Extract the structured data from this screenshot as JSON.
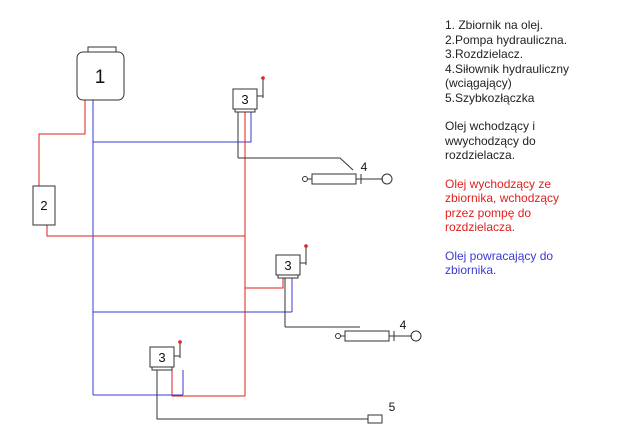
{
  "colors": {
    "red": "#e0201c",
    "blue": "#3a3ad0",
    "black": "#333333"
  },
  "labels": {
    "tank": "1",
    "pump": "2",
    "valve": "3",
    "cylinder": "4",
    "coupler": "5"
  },
  "legend": {
    "items": [
      "1. Zbiornik na olej.",
      "2.Pompa hydrauliczna.",
      "3.Rozdzielacz.",
      "4.Siłownik hydrauliczny",
      "(wciągający)",
      "5.Szybkozłączka"
    ],
    "black_lines": [
      "Olej wchodzący i",
      "wwychodzący do",
      "rozdzielacza."
    ],
    "red_lines": [
      "Olej wychodzący ze",
      "zbiornika, wchodzący",
      "przez pompę do",
      "rozdzielacza."
    ],
    "blue_lines": [
      "Olej powracający do",
      "zbiornika."
    ]
  }
}
